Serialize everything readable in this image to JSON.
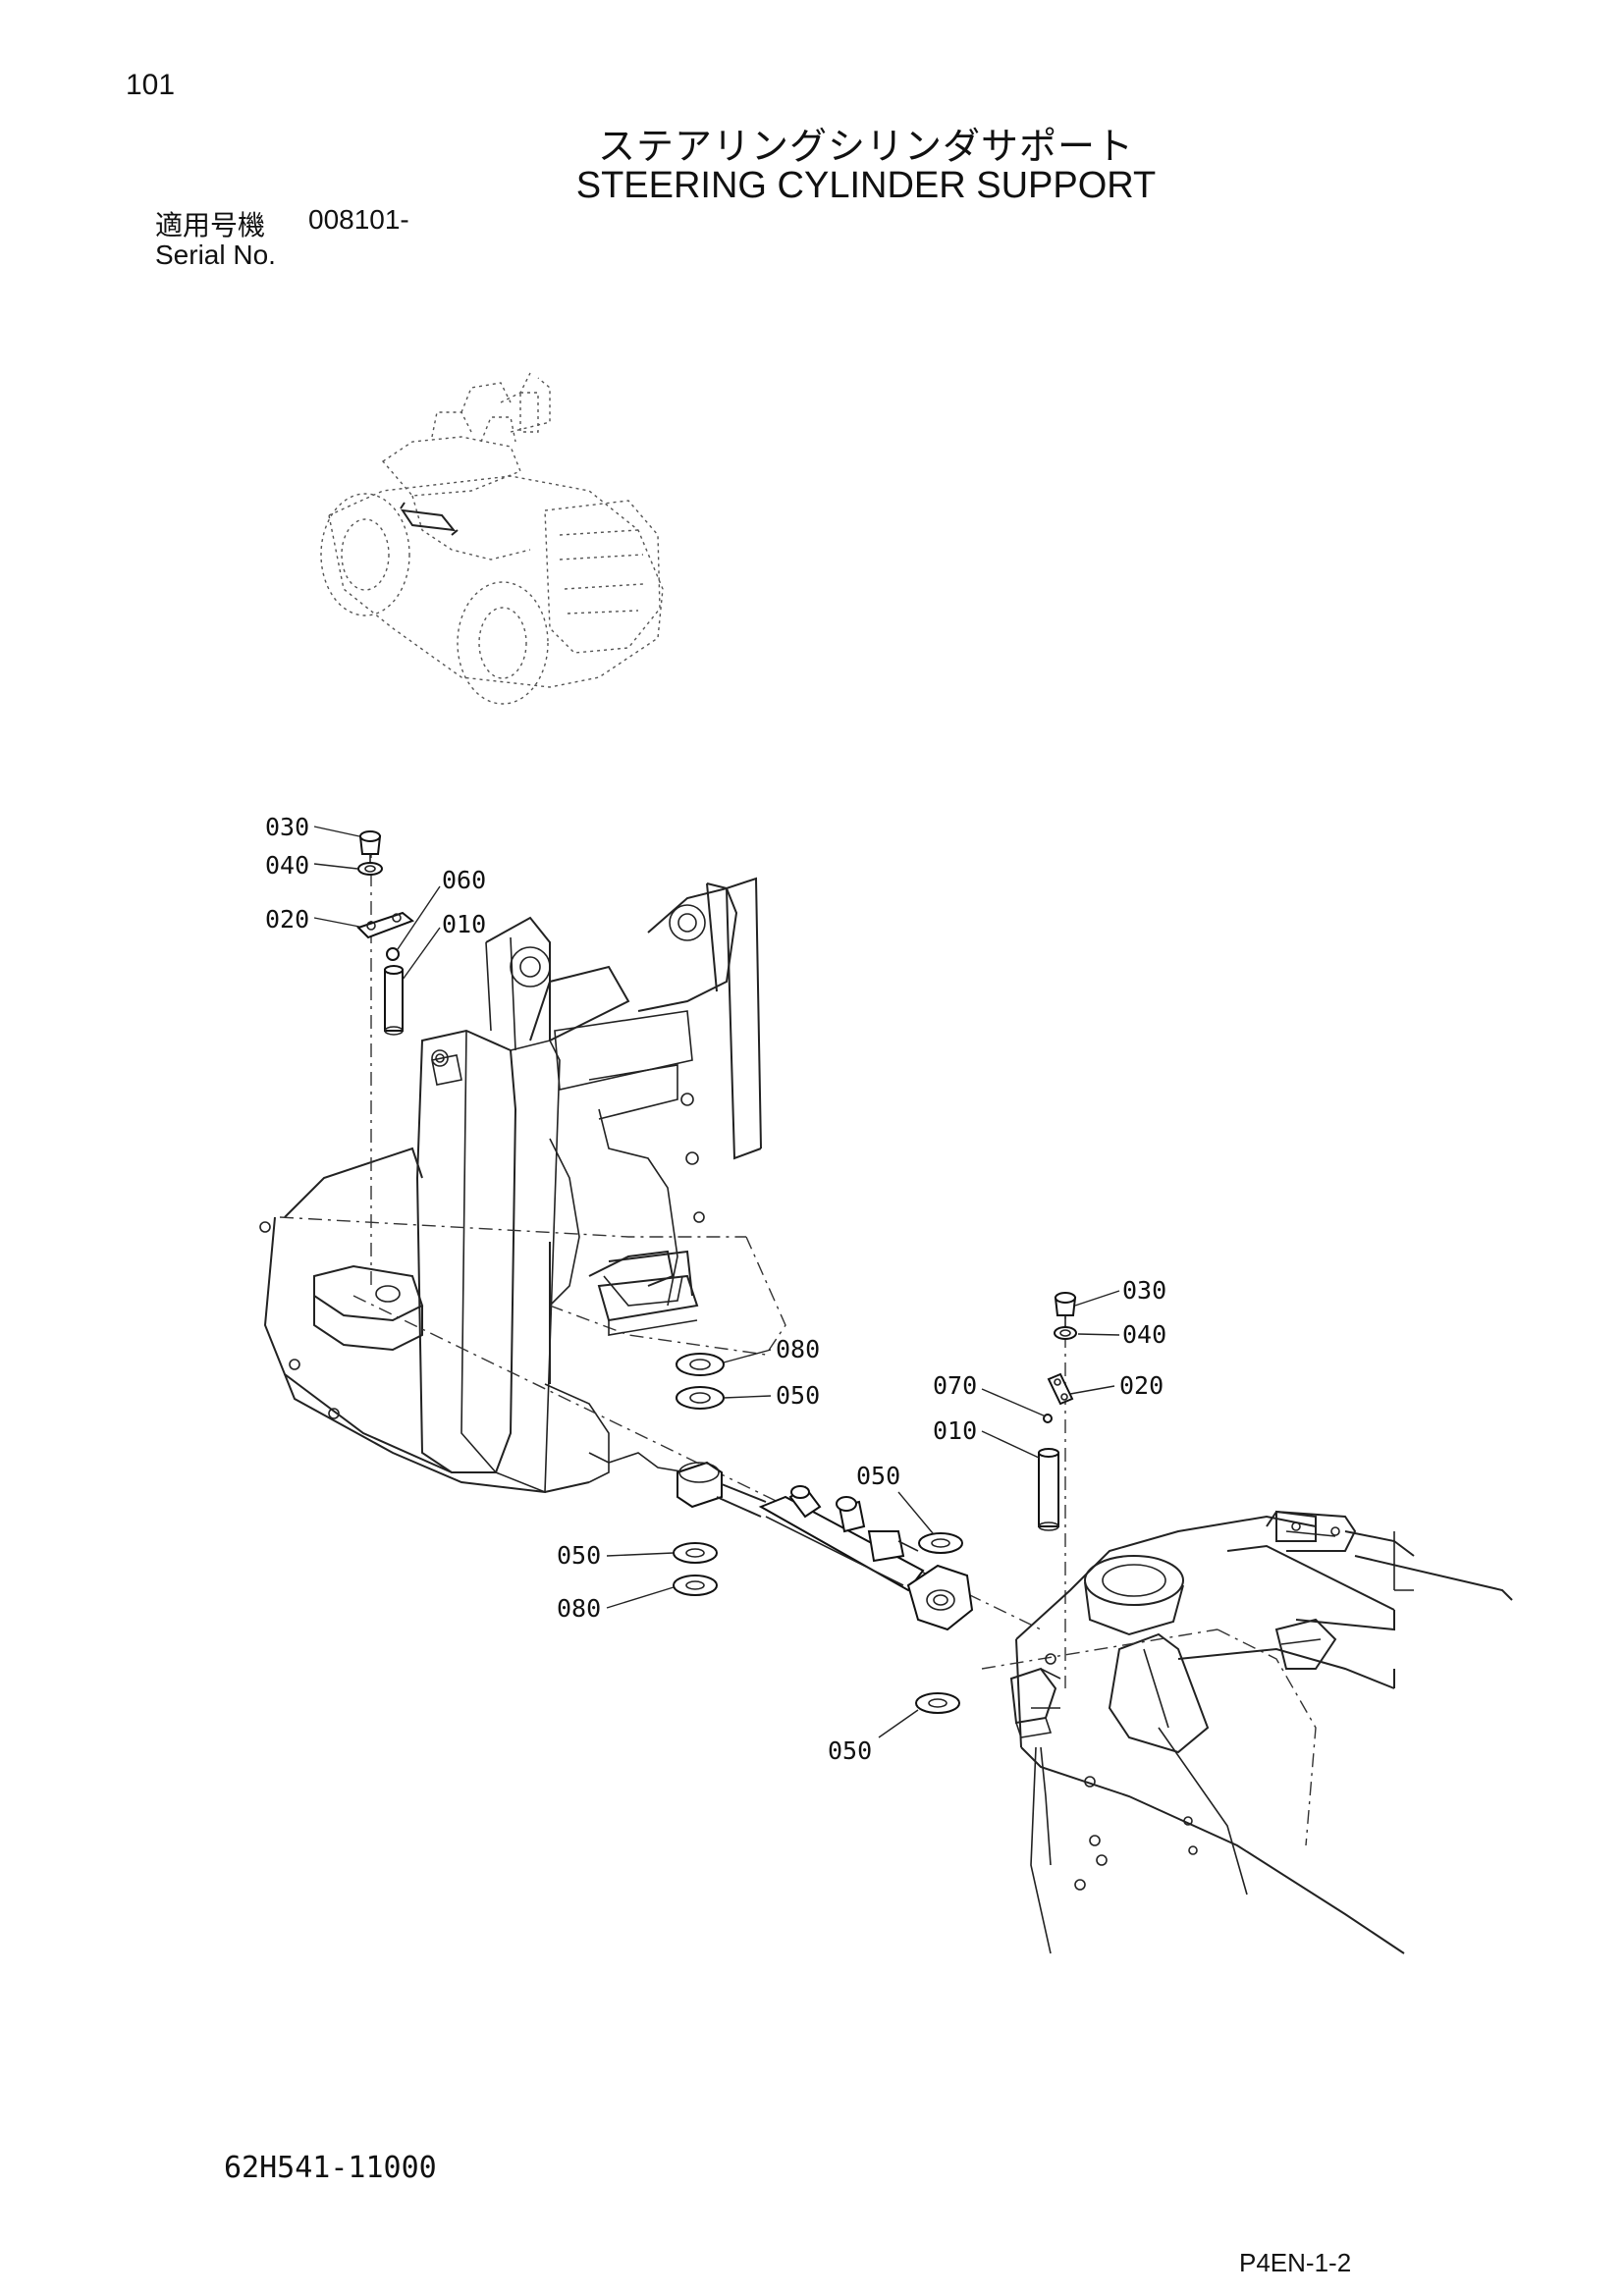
{
  "page_number": "101",
  "title_jp": "ステアリングシリンダサポート",
  "title_en": "STEERING CYLINDER SUPPORT",
  "serial_label_jp": "適用号機",
  "serial_value": "008101-",
  "serial_label_en": "Serial No.",
  "drawing_number": "62H541-11000",
  "page_code": "P4EN-1-2",
  "callouts": {
    "upper_030": "030",
    "upper_040": "040",
    "upper_020": "020",
    "upper_060": "060",
    "upper_010": "010",
    "right_030": "030",
    "right_040": "040",
    "right_070": "070",
    "right_020": "020",
    "right_010": "010",
    "mid_080": "080",
    "mid_050": "050",
    "mid_050b": "050",
    "left_050": "050",
    "left_080": "080",
    "bottom_050": "050"
  }
}
